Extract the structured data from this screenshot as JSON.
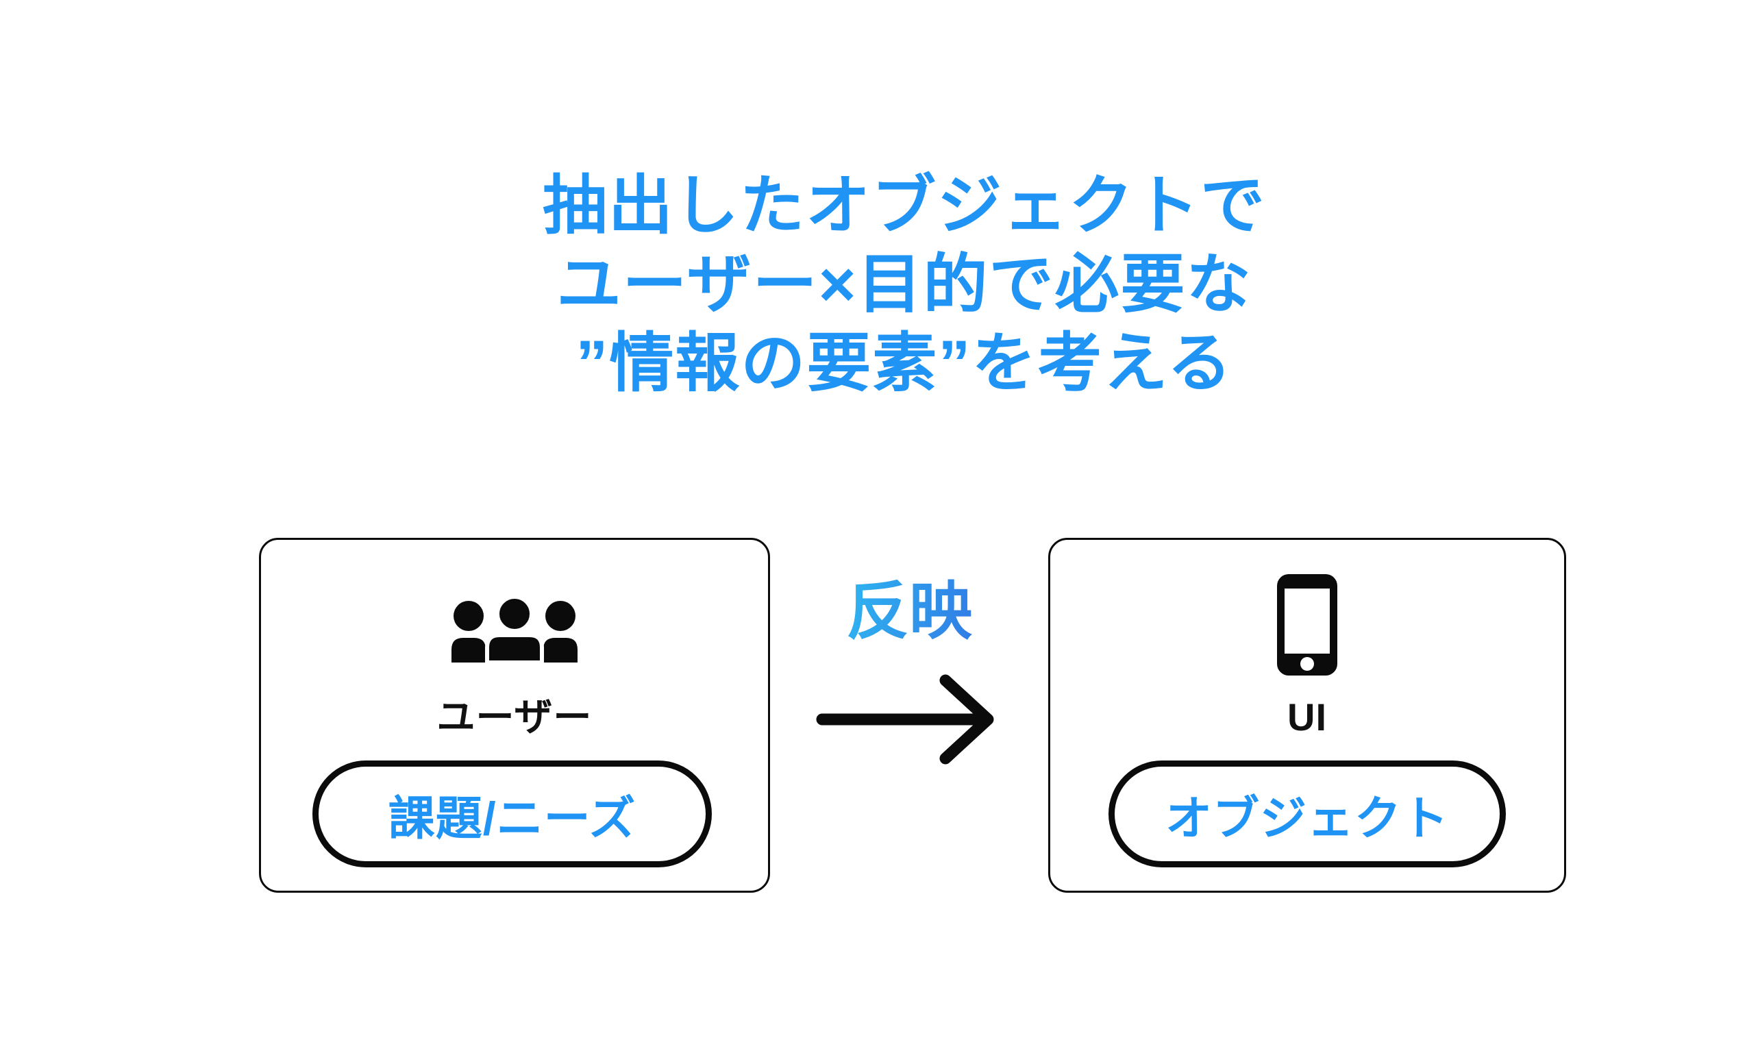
{
  "heading": {
    "lines": [
      "抽出したオブジェクトで",
      "ユーザー×目的で必要な",
      "”情報の要素”を考える"
    ],
    "color": "#2094F4"
  },
  "flow": {
    "arrow_label": "反映",
    "left_box": {
      "icon": "users-group",
      "label": "ユーザー",
      "pill": "課題/ニーズ"
    },
    "right_box": {
      "icon": "smartphone",
      "label": "UI",
      "pill": "オブジェクト"
    }
  },
  "colors": {
    "accent_blue": "#2094F4",
    "arrow_label_gradient_start": "#2EBEF3",
    "arrow_label_gradient_end": "#3173E3",
    "ink": "#0B0B0B",
    "background": "#FFFFFF"
  }
}
